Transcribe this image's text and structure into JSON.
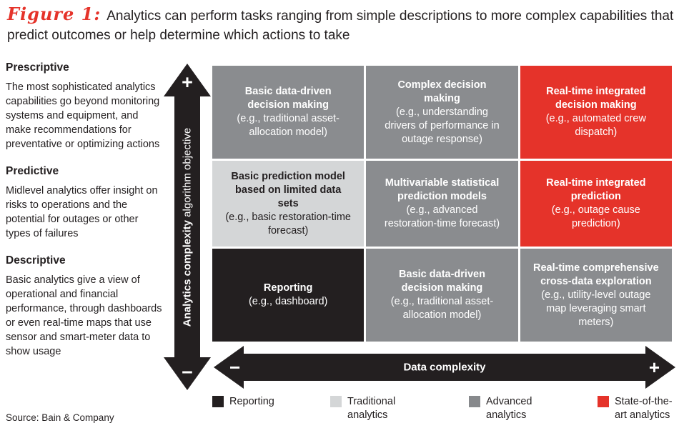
{
  "title": {
    "label": "Figure 1:",
    "text": "Analytics can perform tasks ranging from simple descriptions to more complex capabilities that predict outcomes or help determine which actions to take"
  },
  "descriptions": [
    {
      "heading": "Prescriptive",
      "body": "The most sophisticated analytics capabilities go beyond monitoring systems and equipment, and make recommendations for preventative or optimizing actions"
    },
    {
      "heading": "Predictive",
      "body": "Midlevel analytics offer insight on risks to operations and the potential for outages or other types of failures"
    },
    {
      "heading": "Descriptive",
      "body": "Basic analytics give a view of operational and financial performance, through dashboards or even real-time maps that use sensor and smart-meter data to show usage"
    }
  ],
  "y_axis": {
    "label_bold": "Analytics complexity",
    "label_regular": "algorithm objective",
    "plus": "+",
    "minus": "−"
  },
  "x_axis": {
    "label": "Data complexity",
    "plus": "+",
    "minus": "−"
  },
  "matrix": {
    "cells": [
      {
        "title": "Basic data-driven decision making",
        "example": "(e.g., traditional asset-allocation model)",
        "category": "advanced"
      },
      {
        "title": "Complex decision making",
        "example": "(e.g., understanding drivers of performance in outage response)",
        "category": "advanced"
      },
      {
        "title": "Real-time integrated decision making",
        "example": "(e.g., automated crew dispatch)",
        "category": "state-of-the-art"
      },
      {
        "title": "Basic prediction model based on limited data sets",
        "example": "(e.g., basic restoration-time forecast)",
        "category": "traditional"
      },
      {
        "title": "Multivariable statistical prediction models",
        "example": "(e.g., advanced restoration-time forecast)",
        "category": "advanced"
      },
      {
        "title": "Real-time integrated prediction",
        "example": "(e.g., outage cause prediction)",
        "category": "state-of-the-art"
      },
      {
        "title": "Reporting",
        "example": "(e.g., dashboard)",
        "category": "reporting"
      },
      {
        "title": "Basic data-driven decision making",
        "example": "(e.g., traditional asset-allocation model)",
        "category": "advanced"
      },
      {
        "title": "Real-time comprehensive cross-data exploration",
        "example": "(e.g., utility-level outage map leveraging smart meters)",
        "category": "advanced"
      }
    ]
  },
  "legend": {
    "items": [
      {
        "label": "Reporting",
        "category": "reporting"
      },
      {
        "label": "Traditional analytics",
        "category": "traditional"
      },
      {
        "label": "Advanced analytics",
        "category": "advanced"
      },
      {
        "label": "State-of-the-art analytics",
        "category": "state-of-the-art"
      }
    ]
  },
  "colors": {
    "reporting": "#231f20",
    "traditional": "#d4d6d7",
    "advanced": "#8a8c8f",
    "state_of_the_art": "#e5332a",
    "figure_label_red": "#e5332a",
    "arrow_black": "#231f20"
  },
  "source": "Source: Bain & Company"
}
